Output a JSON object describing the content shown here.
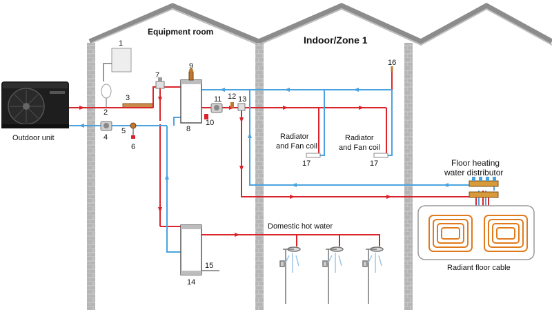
{
  "titles": {
    "equipment_room": "Equipment room",
    "indoor_zone": "Indoor/Zone 1"
  },
  "labels": {
    "outdoor_unit": "Outdoor unit",
    "radiator_1_line1": "Radiator",
    "radiator_1_line2": "and Fan coil",
    "radiator_2_line1": "Radiator",
    "radiator_2_line2": "and Fan coil",
    "floor_distributor_line1": "Floor heating",
    "floor_distributor_line2": "water distributor",
    "domestic_hot_water": "Domestic hot water",
    "radiant_floor_cable": "Radiant floor cable"
  },
  "numbers": {
    "n1": "1",
    "n2": "2",
    "n3": "3",
    "n4": "4",
    "n5": "5",
    "n6": "6",
    "n7": "7",
    "n8": "8",
    "n9": "9",
    "n10": "10",
    "n11": "11",
    "n12": "12",
    "n13": "13",
    "n14": "14",
    "n15": "15",
    "n16": "16",
    "n17a": "17",
    "n17b": "17"
  },
  "colors": {
    "hot_pipe": "#d9242b",
    "cold_pipe": "#4aa3df",
    "wall": "#a9a9a9",
    "roof": "#8c8c8c",
    "floor_coil": "#e07b1d"
  }
}
